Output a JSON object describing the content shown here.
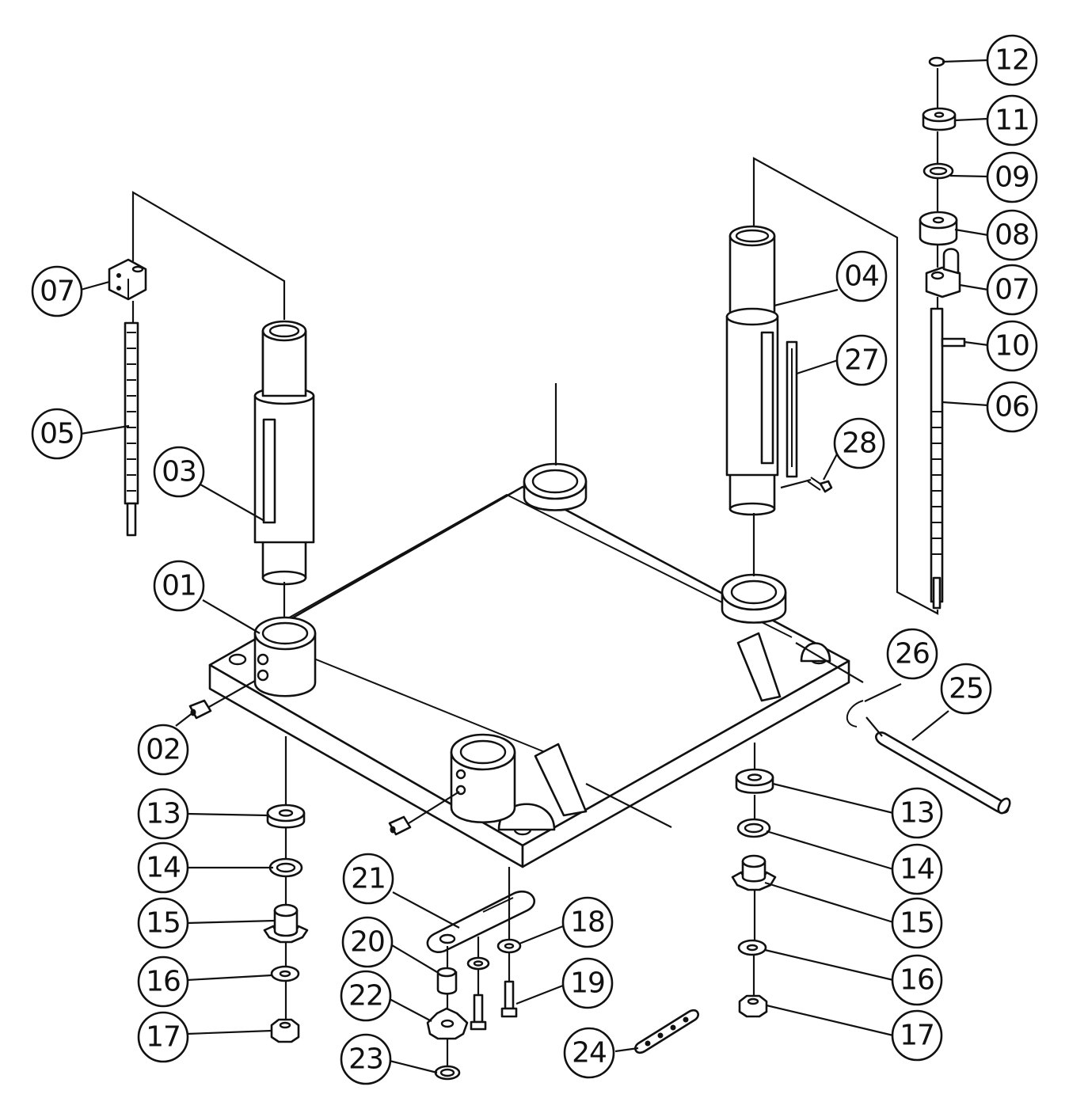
{
  "diagram": {
    "callouts": [
      {
        "id": "c01",
        "label": "01"
      },
      {
        "id": "c02",
        "label": "02"
      },
      {
        "id": "c03",
        "label": "03"
      },
      {
        "id": "c04",
        "label": "04"
      },
      {
        "id": "c05",
        "label": "05"
      },
      {
        "id": "c06",
        "label": "06"
      },
      {
        "id": "c07a",
        "label": "07"
      },
      {
        "id": "c07b",
        "label": "07"
      },
      {
        "id": "c08",
        "label": "08"
      },
      {
        "id": "c09",
        "label": "09"
      },
      {
        "id": "c10",
        "label": "10"
      },
      {
        "id": "c11",
        "label": "11"
      },
      {
        "id": "c12",
        "label": "12"
      },
      {
        "id": "c13a",
        "label": "13"
      },
      {
        "id": "c13b",
        "label": "13"
      },
      {
        "id": "c14a",
        "label": "14"
      },
      {
        "id": "c14b",
        "label": "14"
      },
      {
        "id": "c15a",
        "label": "15"
      },
      {
        "id": "c15b",
        "label": "15"
      },
      {
        "id": "c16a",
        "label": "16"
      },
      {
        "id": "c16b",
        "label": "16"
      },
      {
        "id": "c17a",
        "label": "17"
      },
      {
        "id": "c17b",
        "label": "17"
      },
      {
        "id": "c18",
        "label": "18"
      },
      {
        "id": "c19",
        "label": "19"
      },
      {
        "id": "c20",
        "label": "20"
      },
      {
        "id": "c21",
        "label": "21"
      },
      {
        "id": "c22",
        "label": "22"
      },
      {
        "id": "c23",
        "label": "23"
      },
      {
        "id": "c24",
        "label": "24"
      },
      {
        "id": "c25",
        "label": "25"
      },
      {
        "id": "c26",
        "label": "26"
      },
      {
        "id": "c27",
        "label": "27"
      },
      {
        "id": "c28",
        "label": "28"
      }
    ]
  }
}
